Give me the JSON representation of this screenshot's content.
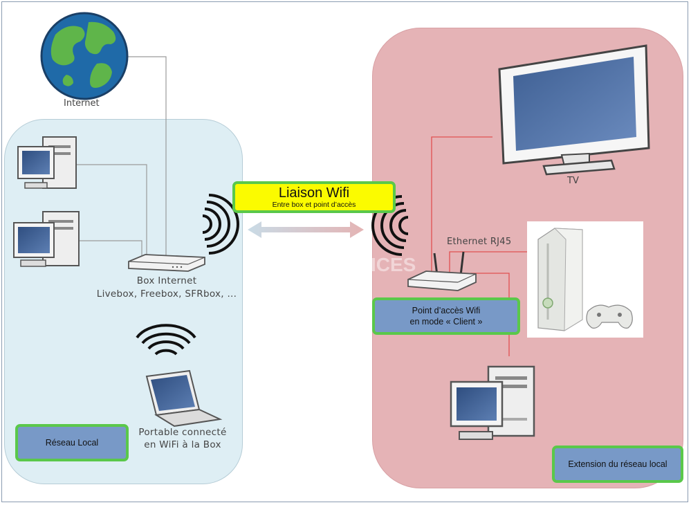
{
  "labels": {
    "internet": "Internet",
    "box_line1": "Box Internet",
    "box_line2": "Livebox, Freebox, SFRbox, ...",
    "laptop_line1": "Portable connecté",
    "laptop_line2": "en WiFi à la Box",
    "tv": "TV",
    "ethernet": "Ethernet RJ45",
    "watermark": "ICES"
  },
  "boxes": {
    "wifi_link_title": "Liaison Wifi",
    "wifi_link_subtitle": "Entre box et point d’accès",
    "access_point_line1": "Point d’accès Wifi",
    "access_point_line2": "en mode « Client »",
    "local_network": "Réseau Local",
    "extension": "Extension du réseau local"
  },
  "colors": {
    "local_zone": "#deeef4",
    "extension_zone": "#e5b3b6",
    "label_border": "#5ac84a",
    "label_fill": "#7899c7",
    "wifi_title_fill": "#fbfb00"
  }
}
